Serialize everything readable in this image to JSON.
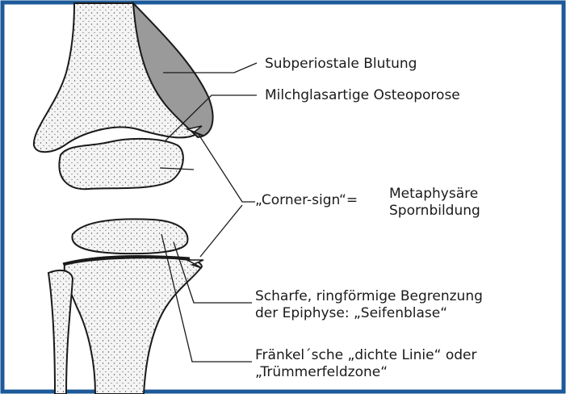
{
  "figure": {
    "frame_color": "#1c5a99",
    "bone_fill": "#f4f4f4",
    "hematoma_fill": "#9a9a9a",
    "stroke_color": "#1a1a1a"
  },
  "labels": {
    "subperiostal": "Subperiostale Blutung",
    "milchglas": "Milchglasartige Osteoporose",
    "corner_sign": "„Corner-sign“=",
    "metaphysaer_1": "Metaphysäre",
    "metaphysaer_2": "Spornbildung",
    "seifenblase_1": "Scharfe, ringförmige Begrenzung",
    "seifenblase_2": "der Epiphyse: „Seifenblase“",
    "fraenkel_1": "Fränkel´sche „dichte Linie“ oder",
    "fraenkel_2": "„Trümmerfeldzone“"
  }
}
